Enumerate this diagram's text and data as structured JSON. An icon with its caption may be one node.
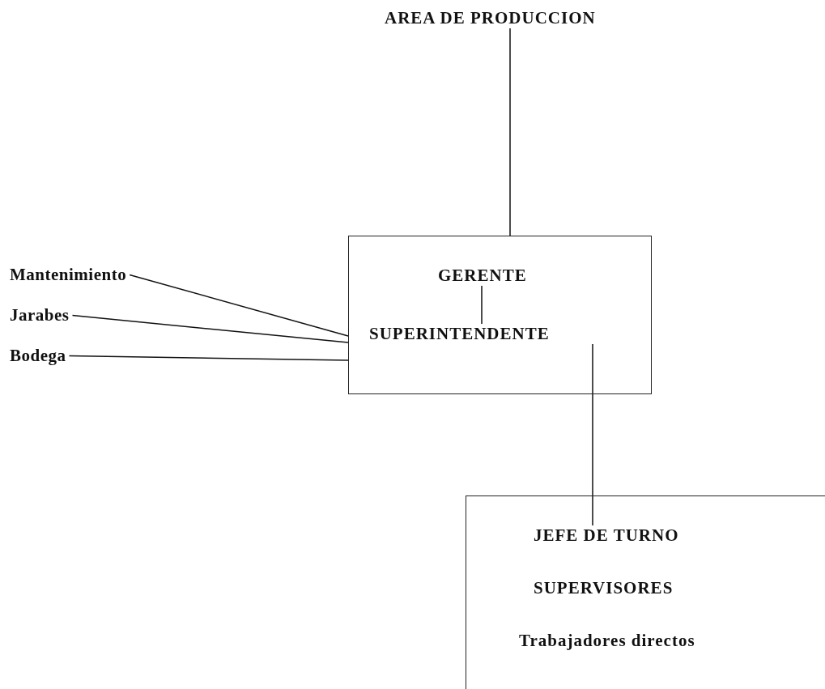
{
  "diagram": {
    "nodes": [
      {
        "text": [
          "AREA DE PRODUCCION"
        ]
      },
      {
        "text": [],
        "shape": "box"
      },
      {
        "text": [
          "GERENTE"
        ],
        "in": 1
      },
      {
        "text": [
          "SUPERINTENDENTE"
        ],
        "in": 1
      },
      {
        "text": [
          "Mantenimiento"
        ]
      },
      {
        "text": [
          "Jarabes"
        ]
      },
      {
        "text": [
          "Bodega"
        ]
      },
      {
        "text": [],
        "shape": "box"
      },
      {
        "text": [
          "JEFE DE TURNO"
        ],
        "in": 7
      },
      {
        "text": [
          "SUPERVISORES"
        ],
        "in": 7
      },
      {
        "text": [
          "Trabajadores directos"
        ],
        "in": 7
      }
    ],
    "edges": [
      {
        "from": 0,
        "to": 1,
        "arrow": "none"
      },
      {
        "from": 2,
        "to": 3,
        "arrow": "none"
      },
      {
        "from": 4,
        "to": 1,
        "arrow": "none"
      },
      {
        "from": 5,
        "to": 1,
        "arrow": "none"
      },
      {
        "from": 6,
        "to": 1,
        "arrow": "none"
      },
      {
        "from": 3,
        "to": 8,
        "arrow": "none"
      }
    ]
  }
}
